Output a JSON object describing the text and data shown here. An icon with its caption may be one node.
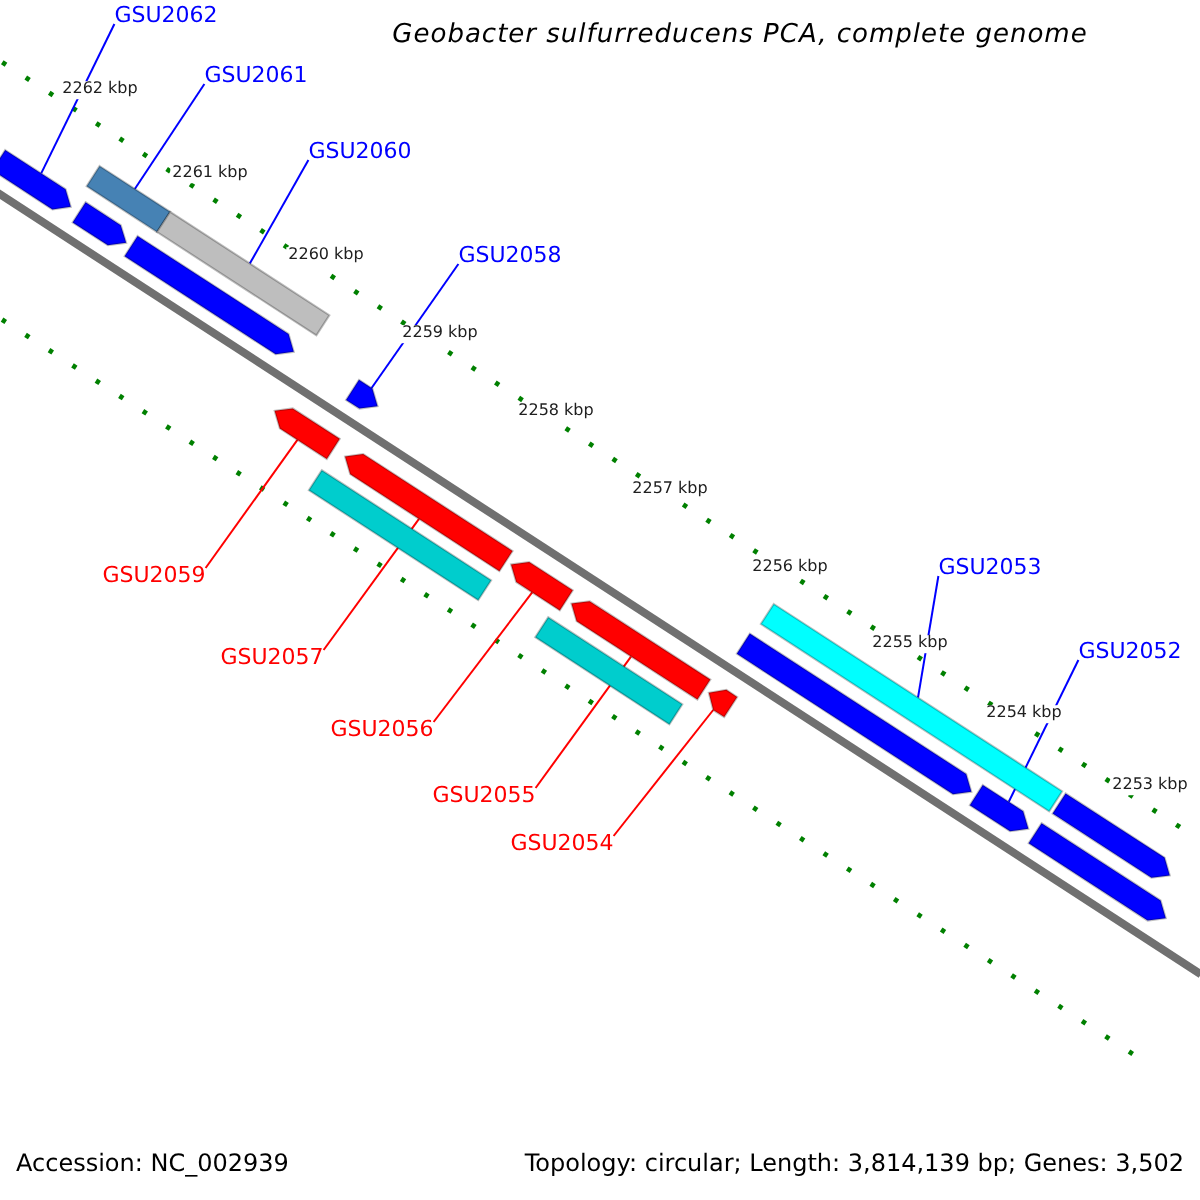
{
  "diagram": {
    "title": "Geobacter sulfurreducens PCA, complete genome",
    "nodes": [
      {
        "text": [
          "GSU2062"
        ]
      },
      {
        "text": [
          "GSU2061"
        ]
      },
      {
        "text": [
          "GSU2060"
        ]
      },
      {
        "text": [
          "GSU2058"
        ]
      },
      {
        "text": [
          "GSU2059"
        ]
      },
      {
        "text": [
          "GSU2057"
        ]
      },
      {
        "text": [
          "GSU2056"
        ]
      },
      {
        "text": [
          "GSU2055"
        ]
      },
      {
        "text": [
          "GSU2054"
        ]
      },
      {
        "text": [
          "GSU2053"
        ]
      },
      {
        "text": [
          "GSU2052"
        ]
      },
      {
        "text": [],
        "shape": "bar"
      },
      {
        "text": [],
        "shape": "bar"
      },
      {
        "text": [],
        "shape": "bar"
      },
      {
        "text": [],
        "shape": "bar"
      },
      {
        "text": [],
        "shape": "bar"
      },
      {
        "text": [],
        "shape": "bar"
      },
      {
        "text": [],
        "shape": "bar"
      },
      {
        "text": [],
        "shape": "bar"
      },
      {
        "text": [],
        "shape": "bar"
      },
      {
        "text": [],
        "shape": "bar"
      },
      {
        "text": [],
        "shape": "bar"
      },
      {
        "text": [],
        "shape": "bar"
      },
      {
        "text": [],
        "shape": "bar"
      },
      {
        "text": [],
        "shape": "bar"
      },
      {
        "text": [],
        "shape": "bar"
      },
      {
        "text": [],
        "shape": "bar"
      },
      {
        "text": [],
        "shape": "bar"
      },
      {
        "text": [],
        "shape": "bar"
      }
    ],
    "edges": [
      {
        "from": 0,
        "to": 11,
        "arrow": "none"
      },
      {
        "from": 1,
        "to": 12,
        "arrow": "none"
      },
      {
        "from": 2,
        "to": 15,
        "arrow": "none"
      },
      {
        "from": 3,
        "to": 17,
        "arrow": "none"
      },
      {
        "from": 4,
        "to": 16,
        "arrow": "none",
        "color": "#ff0000"
      },
      {
        "from": 5,
        "to": 19,
        "arrow": "none",
        "color": "#ff0000"
      },
      {
        "from": 6,
        "to": 20,
        "arrow": "none",
        "color": "#ff0000"
      },
      {
        "from": 7,
        "to": 22,
        "arrow": "none",
        "color": "#ff0000"
      },
      {
        "from": 8,
        "to": 23,
        "arrow": "none",
        "color": "#ff0000"
      },
      {
        "from": 9,
        "to": 25,
        "arrow": "none"
      },
      {
        "from": 10,
        "to": 26,
        "arrow": "none"
      }
    ],
    "labels": [
      "2262 kbp",
      "2261 kbp",
      "2260 kbp",
      "2259 kbp",
      "2258 kbp",
      "2257 kbp",
      "2256 kbp",
      "2255 kbp",
      "2254 kbp",
      "2253 kbp",
      "Accession: NC_002939",
      "Topology: circular; Length: 3,814,139 bp; Genes: 3,502"
    ]
  }
}
